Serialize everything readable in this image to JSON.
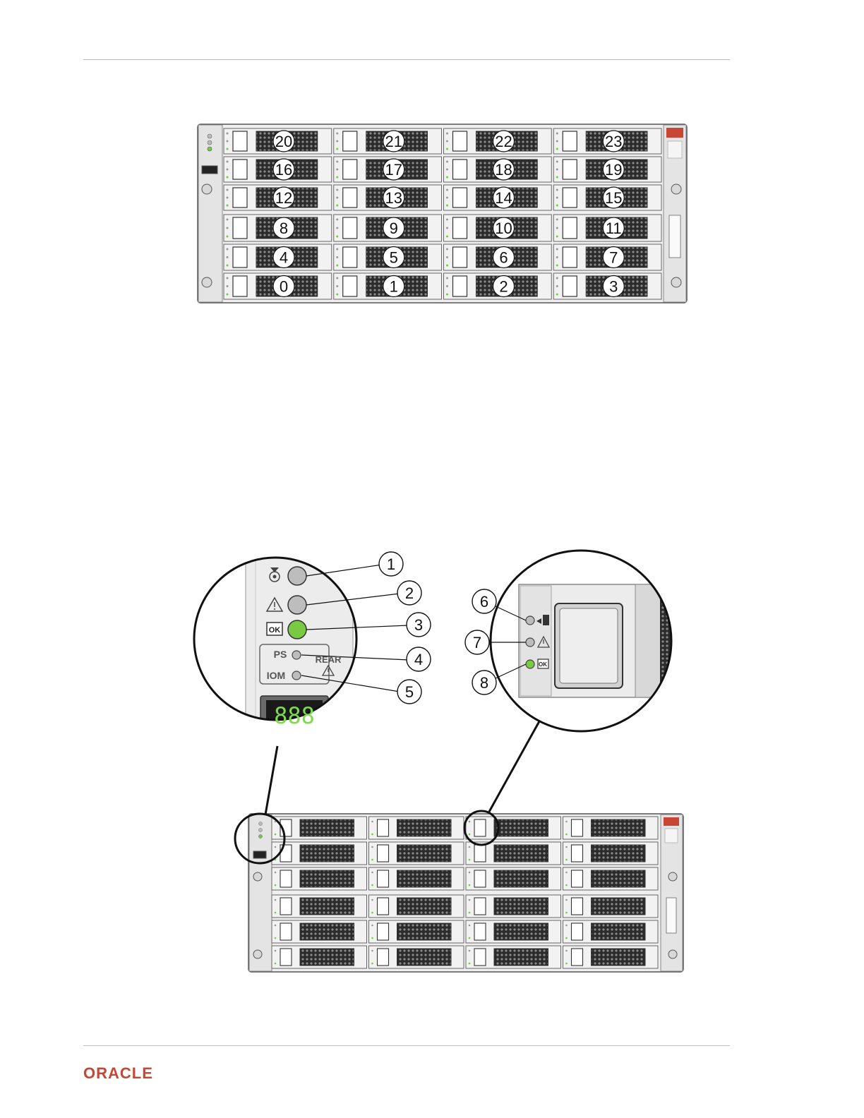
{
  "figure1": {
    "bay_rows": [
      [
        "20",
        "21",
        "22",
        "23"
      ],
      [
        "16",
        "17",
        "18",
        "19"
      ],
      [
        "12",
        "13",
        "14",
        "15"
      ],
      [
        "8",
        "9",
        "10",
        "11"
      ],
      [
        "4",
        "5",
        "6",
        "7"
      ],
      [
        "0",
        "1",
        "2",
        "3"
      ]
    ],
    "badge_label": "ORACLE"
  },
  "figure2": {
    "callouts_left": [
      "1",
      "2",
      "3",
      "4",
      "5"
    ],
    "callouts_right": [
      "6",
      "7",
      "8"
    ],
    "ps_label": "PS",
    "iom_label": "IOM",
    "rear_label": "REAR",
    "ok_label": "OK",
    "display": "888",
    "badge_label": "ORACLE"
  },
  "footer": {
    "logo": "ORACLE"
  },
  "colors": {
    "oracle_red": "#c74634",
    "led_green": "#7ac943",
    "display_green": "#7ddc4a"
  }
}
